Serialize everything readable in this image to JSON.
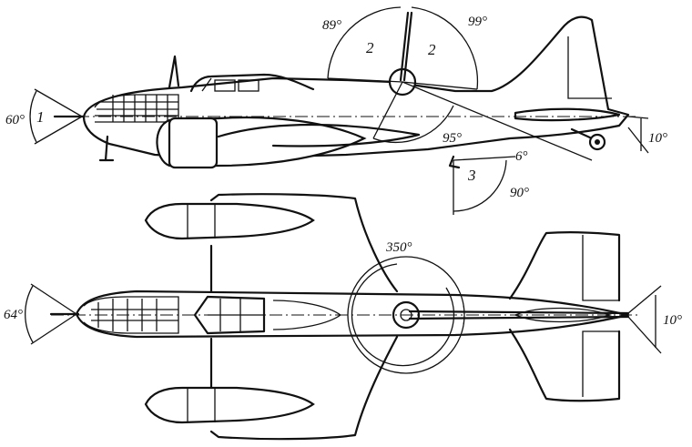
{
  "side_view": {
    "nose_gun_sector_number": "1",
    "nose_gun_angle": "60°",
    "turret_number_left": "2",
    "turret_number_right": "2",
    "turret_forward_angle": "89°",
    "turret_aft_angle": "99°",
    "turret_down_angle": "95°",
    "ventral_gun_number": "3",
    "ventral_gun_up_angle": "6°",
    "ventral_gun_down_angle": "90°",
    "tail_gun_angle": "10°"
  },
  "plan_view": {
    "nose_gun_angle": "64°",
    "turret_traverse_angle": "350°",
    "tail_gun_angle": "10°"
  }
}
